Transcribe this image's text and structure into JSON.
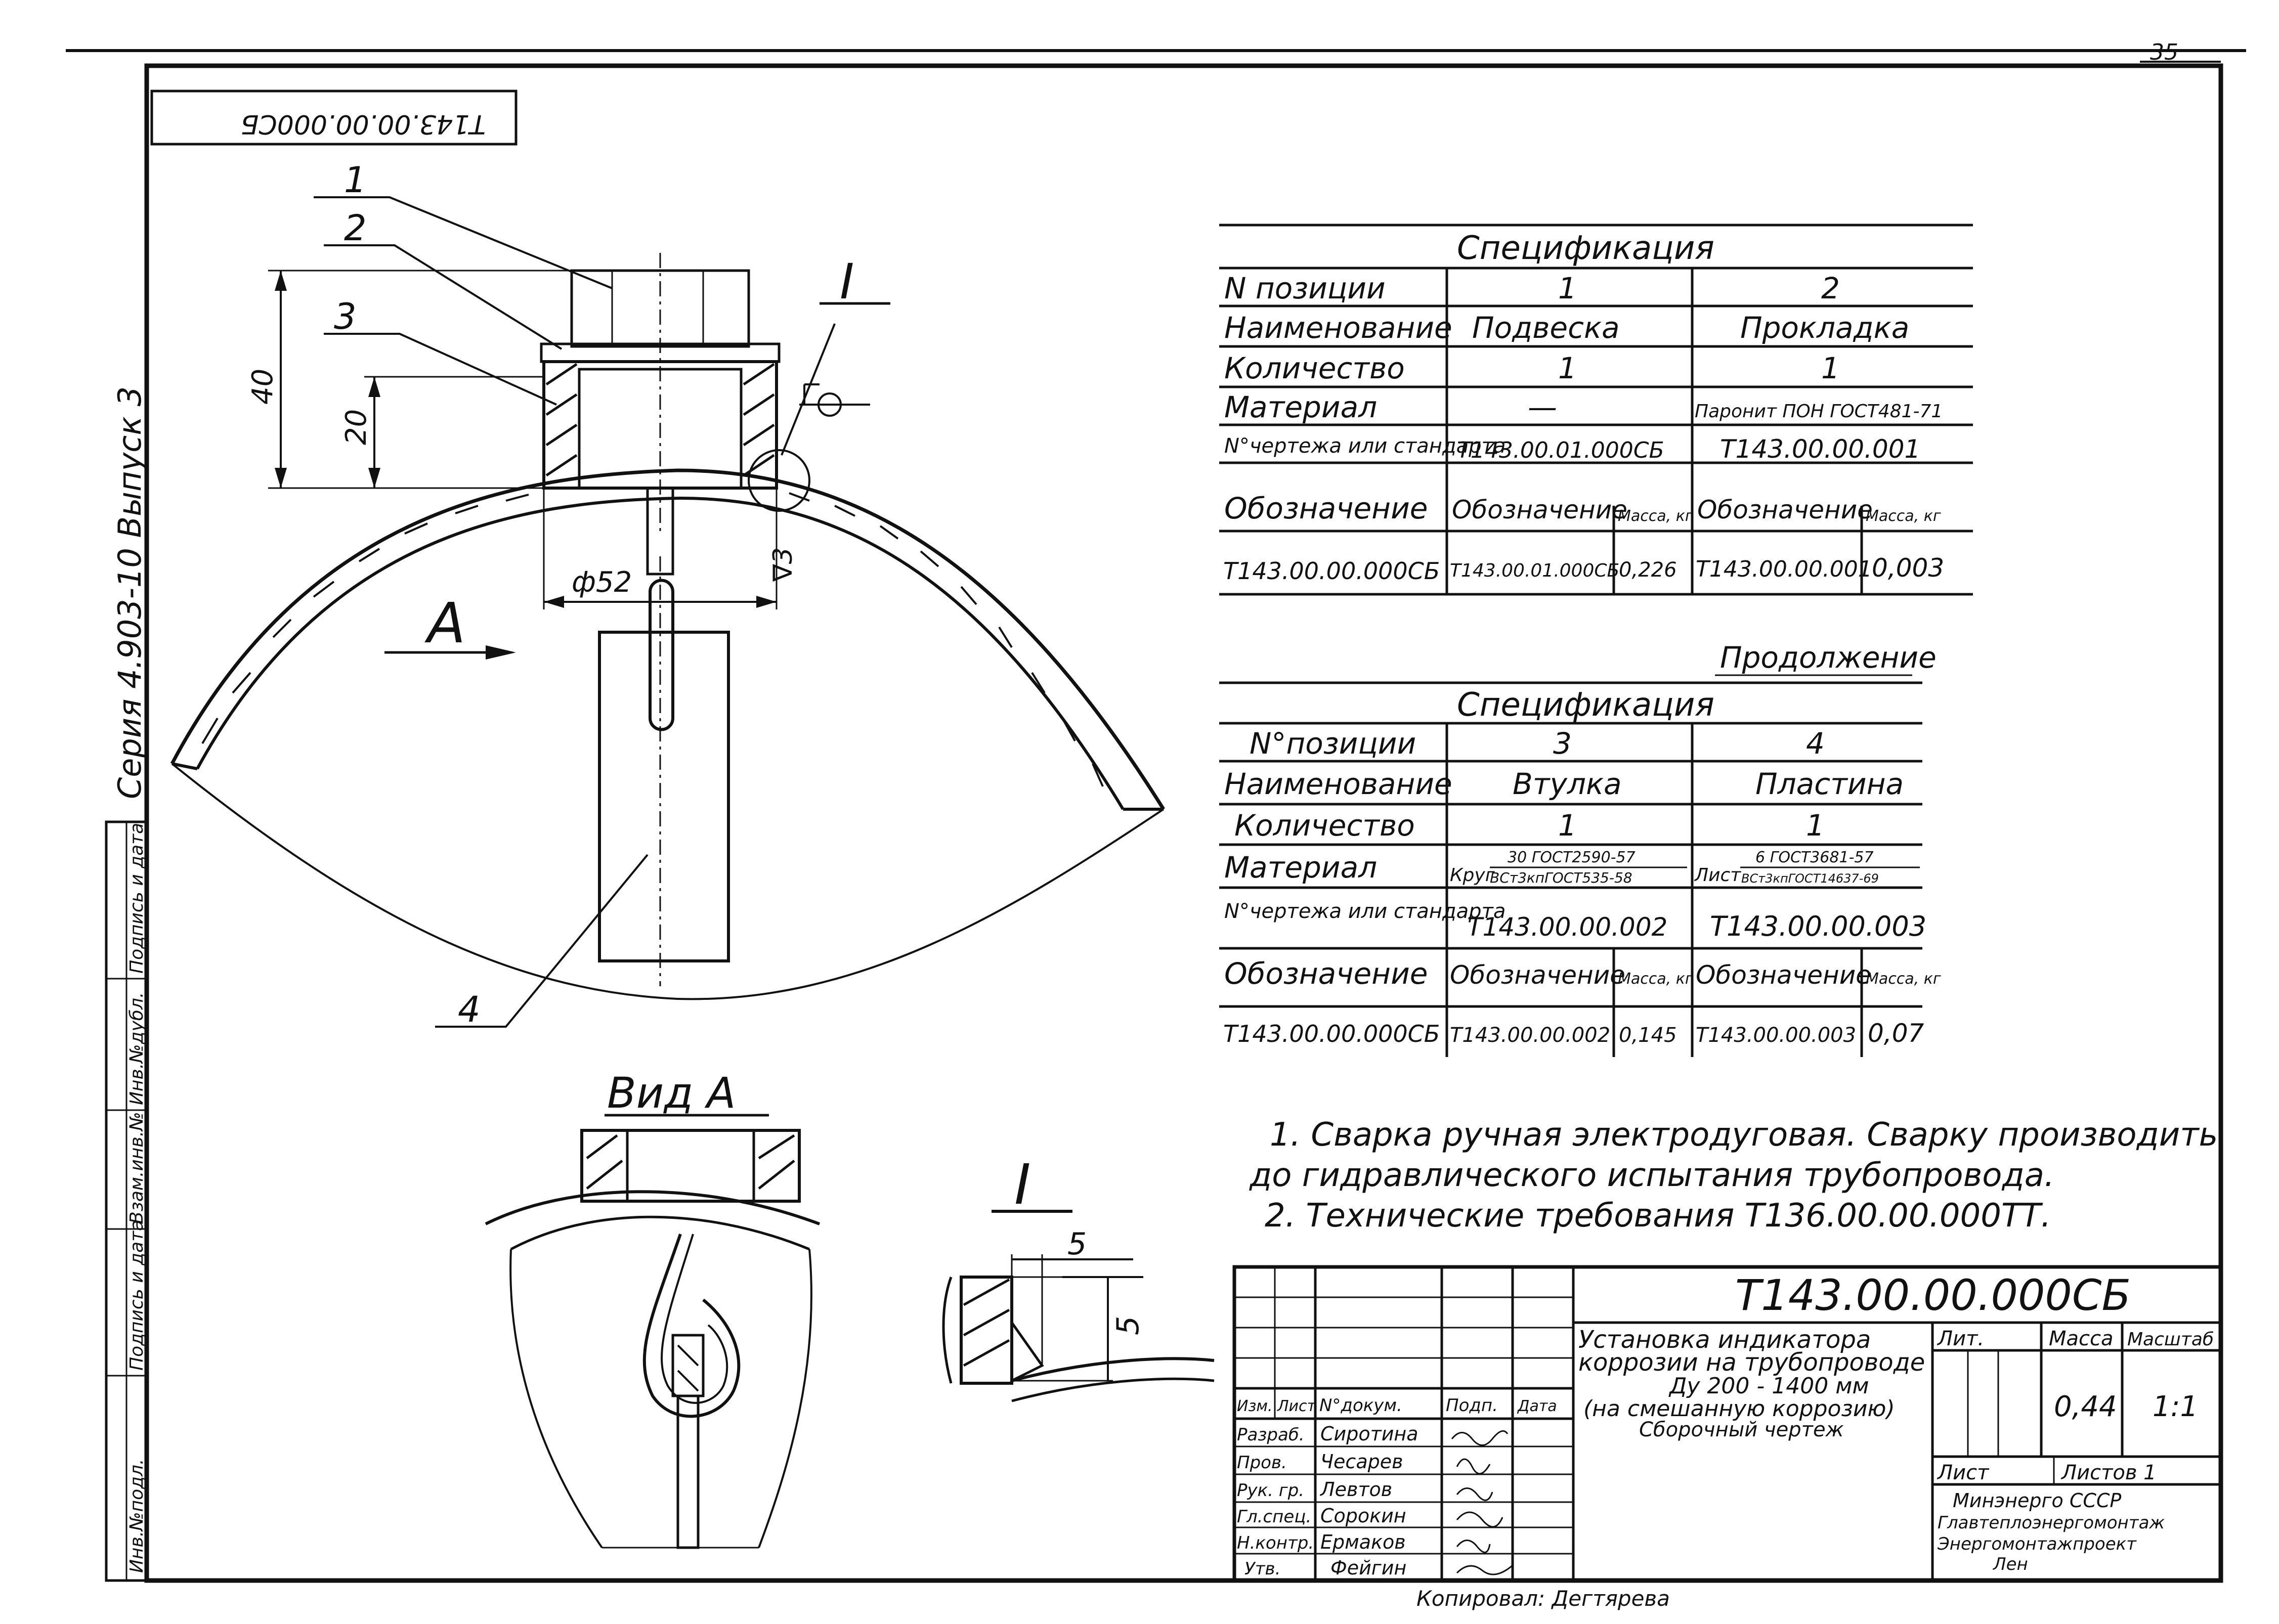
{
  "sheet": {
    "page_number": "35",
    "stamp_rotated": "Т143.00.00.000СБ",
    "series": "Серия 4.903-10 Выпуск 3"
  },
  "left_margin_labels": [
    "Инв.№подл.",
    "Подпись и дата",
    "Взам.инв.№",
    "Инв.№дубл.",
    "Подпись и дата"
  ],
  "drawing": {
    "callouts": [
      "1",
      "2",
      "3",
      "4"
    ],
    "section_marker": "I",
    "view_marker": "А",
    "view_title": "Вид А",
    "detail_title": "I",
    "dim_40": "40",
    "dim_20": "20",
    "dim_phi52": "ф52",
    "roughness": "∇3",
    "dim_5a": "5",
    "dim_5b": "5"
  },
  "spec1": {
    "title": "Спецификация",
    "row_labels": [
      "N позиции",
      "Наименование",
      "Количество",
      "Материал",
      "N°чертежа или стандарта",
      "Обозначение",
      "Т143.00.00.000СБ"
    ],
    "col1": {
      "pos": "1",
      "name": "Подвеска",
      "qty": "1",
      "material": "—",
      "drawing": "Т143.00.01.000СБ",
      "oboz_head": "Обозначение",
      "mass_head": "Масса, кг",
      "oboz": "Т143.00.01.000СБ",
      "mass": "0,226"
    },
    "col2": {
      "pos": "2",
      "name": "Прокладка",
      "qty": "1",
      "material": "Паронит ПОН ГОСТ481-71",
      "drawing": "Т143.00.00.001",
      "oboz_head": "Обозначение",
      "mass_head": "Масса, кг",
      "oboz": "Т143.00.00.001",
      "mass": "0,003"
    }
  },
  "continuation": "Продолжение",
  "spec2": {
    "title": "Спецификация",
    "row_labels": [
      "N°позиции",
      "Наименование",
      "Количество",
      "Материал",
      "N°чертежа или стандарта",
      "Обозначение",
      "Т143.00.00.000СБ"
    ],
    "col1": {
      "pos": "3",
      "name": "Втулка",
      "qty": "1",
      "material_prefix": "Круг",
      "material_top": "30 ГОСТ2590-57",
      "material_bottom": "ВСт3кпГОСТ535-58",
      "drawing": "Т143.00.00.002",
      "oboz_head": "Обозначение",
      "mass_head": "Масса, кг",
      "oboz": "Т143.00.00.002",
      "mass": "0,145"
    },
    "col2": {
      "pos": "4",
      "name": "Пластина",
      "qty": "1",
      "material_prefix": "Лист",
      "material_top": "6 ГОСТ3681-57",
      "material_bottom": "ВСт3кпГОСТ14637-69",
      "drawing": "Т143.00.00.003",
      "oboz_head": "Обозначение",
      "mass_head": "Масса, кг",
      "oboz": "Т143.00.00.003",
      "mass": "0,07"
    }
  },
  "notes": [
    "1. Сварка ручная электродуговая. Сварку производить",
    "до гидравлического испытания трубопровода.",
    "2. Технические требования Т136.00.00.000ТТ."
  ],
  "title_block": {
    "code": "Т143.00.00.000СБ",
    "name_lines": [
      "Установка индикатора",
      "коррозии на трубопроводе",
      "Ду 200 - 1400 мм",
      "(на смешанную коррозию)",
      "Сборочный чертеж"
    ],
    "head": [
      "Изм.",
      "Лист",
      "N°докум.",
      "Подп.",
      "Дата"
    ],
    "roles": [
      "Разраб.",
      "Пров.",
      "Рук. гр.",
      "Гл.спец.",
      "Н.контр.",
      "Утв."
    ],
    "names": [
      "Сиротина",
      "Чесарев",
      "Левтов",
      "Сорокин",
      "Ермаков",
      "Фейгин"
    ],
    "lit_head": "Лит.",
    "mass_head": "Масса",
    "scale_head": "Масштаб",
    "mass": "0,44",
    "scale": "1:1",
    "sheet_label": "Лист",
    "sheets_label": "Листов 1",
    "org_lines": [
      "Минэнерго СССР",
      "Главтеплоэнергомонтаж",
      "Энергомонтажпроект",
      "Лен"
    ],
    "copied": "Копировал: Дегтярева"
  }
}
